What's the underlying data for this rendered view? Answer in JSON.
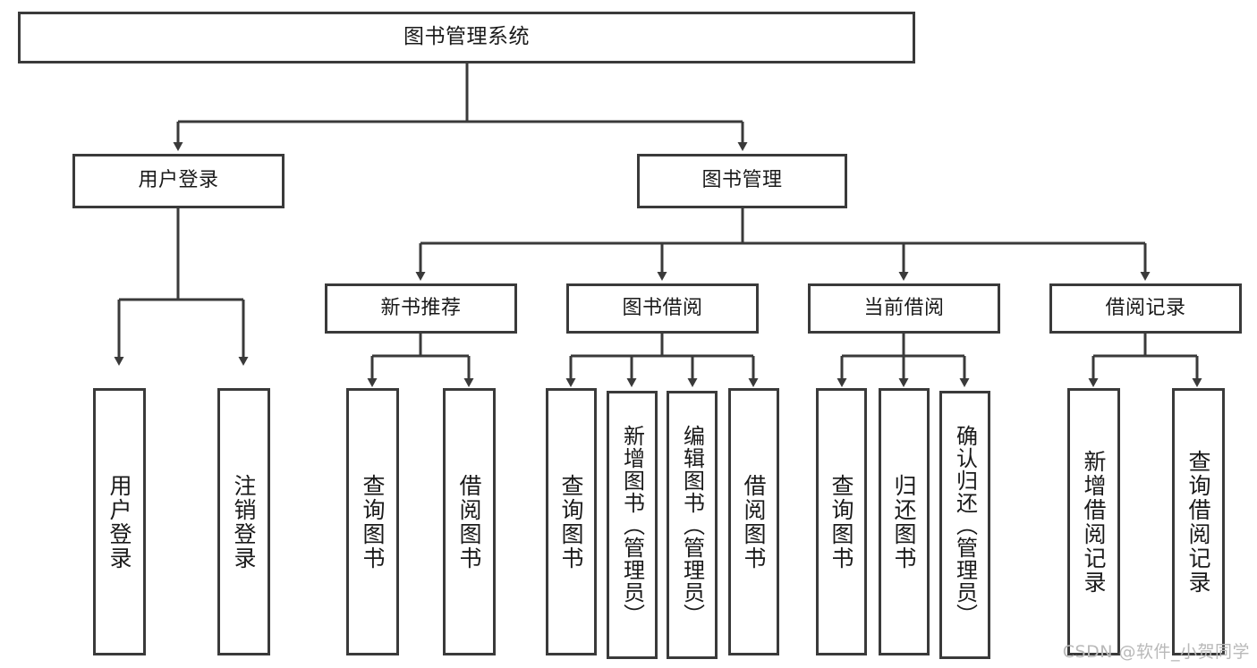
{
  "diagram": {
    "title": "图书管理系统",
    "type": "tree-hierarchy",
    "stroke_color": "#3a3a3a",
    "background_color": "#ffffff",
    "text_color": "#1a1a1a",
    "nodes": {
      "root": {
        "label": "图书管理系统"
      },
      "level2": [
        {
          "id": "user-login",
          "label": "用户登录"
        },
        {
          "id": "book-manage",
          "label": "图书管理"
        }
      ],
      "level3": [
        {
          "id": "new-book-recommend",
          "label": "新书推荐"
        },
        {
          "id": "book-borrow",
          "label": "图书借阅"
        },
        {
          "id": "current-borrow",
          "label": "当前借阅"
        },
        {
          "id": "borrow-record",
          "label": "借阅记录"
        }
      ],
      "leaves": {
        "user_login": [
          {
            "id": "leaf-user-login",
            "label": "用户登录"
          },
          {
            "id": "leaf-logout-login",
            "label": "注销登录"
          }
        ],
        "new_book_recommend": [
          {
            "id": "leaf-query-book-1",
            "label": "查询图书"
          },
          {
            "id": "leaf-borrow-book-1",
            "label": "借阅图书"
          }
        ],
        "book_borrow": [
          {
            "id": "leaf-query-book-2",
            "label": "查询图书"
          },
          {
            "id": "leaf-add-book",
            "label": "新增图书（管理员）"
          },
          {
            "id": "leaf-edit-book",
            "label": "编辑图书（管理员）"
          },
          {
            "id": "leaf-borrow-book-2",
            "label": "借阅图书"
          }
        ],
        "current_borrow": [
          {
            "id": "leaf-query-book-3",
            "label": "查询图书"
          },
          {
            "id": "leaf-return-book",
            "label": "归还图书"
          },
          {
            "id": "leaf-confirm-return",
            "label": "确认归还（管理员）"
          }
        ],
        "borrow_record": [
          {
            "id": "leaf-add-record",
            "label": "新增借阅记录"
          },
          {
            "id": "leaf-query-record",
            "label": "查询借阅记录"
          }
        ]
      }
    }
  },
  "watermark": {
    "text": "CSDN @软件_小贺同学"
  }
}
